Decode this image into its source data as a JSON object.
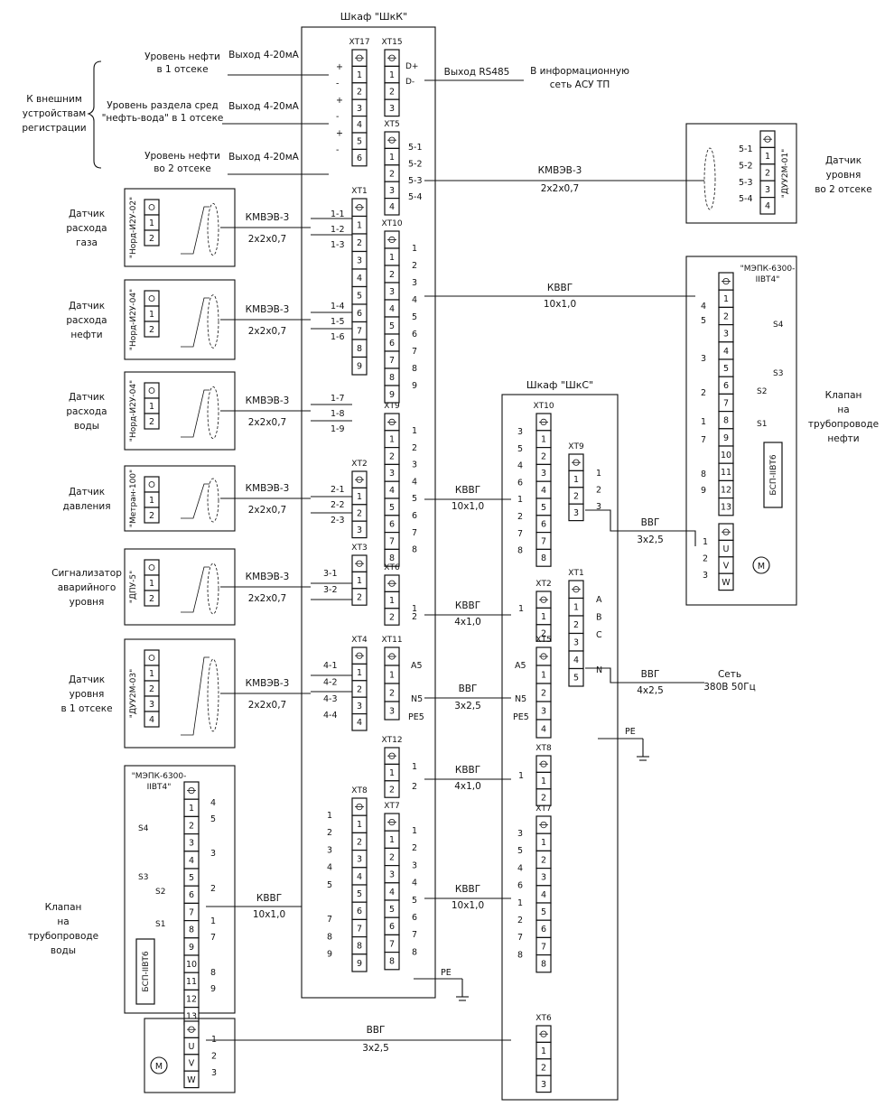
{
  "cabinets": {
    "shkk": "Шкаф \"ШкК\"",
    "shks": "Шкаф \"ШкС\""
  },
  "external": {
    "register": [
      "К внешним",
      "устройствам",
      "регистрации"
    ],
    "inputs": [
      {
        "desc": [
          "Уровень нефти",
          "в 1 отсеке"
        ],
        "signal": "Выход 4-20мА"
      },
      {
        "desc": [
          "Уровень раздела сред",
          "\"нефть-вода\" в 1 отсеке"
        ],
        "signal": "Выход 4-20мА"
      },
      {
        "desc": [
          "Уровень нефти",
          "во 2 отсеке"
        ],
        "signal": "Выход 4-20мА"
      }
    ],
    "rs485": "Выход RS485",
    "asu": [
      "В информационную",
      "сеть АСУ ТП"
    ]
  },
  "sensors_left": [
    {
      "name": [
        "Датчик",
        "расхода",
        "газа"
      ],
      "model": "\"Норд-И2У-02\"",
      "cable": "КМВЭВ-3",
      "section": "2х2х0,7"
    },
    {
      "name": [
        "Датчик",
        "расхода",
        "нефти"
      ],
      "model": "\"Норд-И2У-04\"",
      "cable": "КМВЭВ-3",
      "section": "2х2х0,7"
    },
    {
      "name": [
        "Датчик",
        "расхода",
        "воды"
      ],
      "model": "\"Норд-И2У-04\"",
      "cable": "КМВЭВ-3",
      "section": "2х2х0,7"
    },
    {
      "name": [
        "Датчик",
        "давления"
      ],
      "model": "\"Метран-100\"",
      "cable": "КМВЭВ-3",
      "section": "2х2х0,7"
    },
    {
      "name": [
        "Сигнализатор",
        "аварийного",
        "уровня"
      ],
      "model": "\"ДПУ-5\"",
      "cable": "КМВЭВ-3",
      "section": "2х2х0,7"
    },
    {
      "name": [
        "Датчик",
        "уровня",
        "в 1 отсеке"
      ],
      "model": "\"ДУУ2М-03\"",
      "cable": "КМВЭВ-3",
      "section": "2х2х0,7"
    }
  ],
  "valve_left": {
    "name": [
      "Клапан",
      "на",
      "трубопроводе",
      "воды"
    ],
    "model": [
      "\"МЭПК-6300-",
      "IIBT4\""
    ],
    "bsp": "БСП-IIBT6",
    "cable": "КВВГ",
    "section": "10х1,0",
    "motor_cable": "ВВГ",
    "motor_section": "3х2,5"
  },
  "right_sensor": {
    "name": [
      "Датчик",
      "уровня",
      "во 2 отсеке"
    ],
    "model": "\"ДУУ2М-01\"",
    "cable": "КМВЭВ-3",
    "section": "2х2х0,7"
  },
  "valve_right": {
    "name": [
      "Клапан",
      "на",
      "трубопроводе",
      "нефти"
    ],
    "model": [
      "\"МЭПК-6300-",
      "IIBT4\""
    ],
    "bsp": "БСП-IIBT6",
    "cable": "КВВГ",
    "section": "10х1,0"
  },
  "links": [
    {
      "cable": "КВВГ",
      "section": "10х1,0"
    },
    {
      "cable": "КВВГ",
      "section": "4х1,0"
    },
    {
      "cable": "ВВГ",
      "section": "3х2,5"
    },
    {
      "cable": "КВВГ",
      "section": "4х1,0"
    },
    {
      "cable": "КВВГ",
      "section": "10х1,0"
    },
    {
      "cable": "ВВГ",
      "section": "3х2,5"
    },
    {
      "cable": "ВВГ",
      "section": "4х2,5"
    }
  ],
  "network": [
    "Сеть",
    "380В 50Гц"
  ],
  "pe": "PE",
  "motor": "M",
  "terminals": {
    "xt17": "ХТ17",
    "xt15": "ХТ15",
    "xt5": "ХТ5",
    "xt1": "ХТ1",
    "xt10": "ХТ10",
    "xt2": "ХТ2",
    "xt9": "ХТ9",
    "xt3": "ХТ3",
    "xt6": "ХТ6",
    "xt4": "ХТ4",
    "xt11": "ХТ11",
    "xt12": "ХТ12",
    "xt8": "ХТ8",
    "xt7": "ХТ7"
  },
  "marks": {
    "d_plus": "D+",
    "d_minus": "D-",
    "a5": "А5",
    "n5": "N5",
    "pe5": "PE5",
    "a": "A",
    "b": "B",
    "c": "C",
    "n": "N",
    "u": "U",
    "v": "V",
    "w": "W",
    "s1": "S1",
    "s2": "S2",
    "s3": "S3",
    "s4": "S4",
    "w11": "1-1",
    "w12": "1-2",
    "w13": "1-3",
    "w14": "1-4",
    "w15": "1-5",
    "w16": "1-6",
    "w17": "1-7",
    "w18": "1-8",
    "w19": "1-9",
    "w21": "2-1",
    "w22": "2-2",
    "w23": "2-3",
    "w31": "3-1",
    "w32": "3-2",
    "w41": "4-1",
    "w42": "4-2",
    "w43": "4-3",
    "w44": "4-4",
    "w51": "5-1",
    "w52": "5-2",
    "w53": "5-3",
    "w54": "5-4"
  }
}
